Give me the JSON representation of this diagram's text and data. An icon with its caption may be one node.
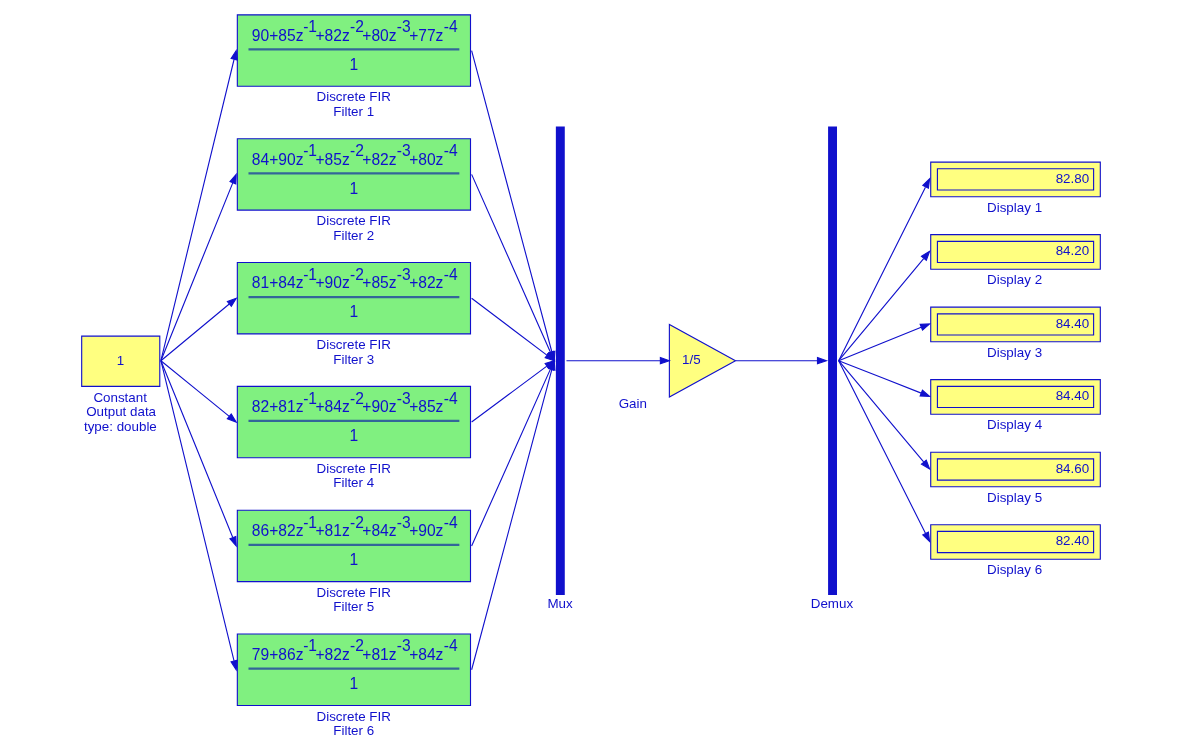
{
  "diagram": {
    "nodes": [
      {
        "text": [
          "1"
        ],
        "beside": [
          "Constant Output data type: double"
        ]
      },
      {
        "text": [
          "90+85z$^{-1}$+82z$^{-2}$+80z$^{-3}$+77z$^{-4}$",
          "1"
        ],
        "beside": [
          "Discrete FIR Filter 1"
        ]
      },
      {
        "text": [
          "84+90z$^{-1}$+85z$^{-2}$+82z$^{-3}$+80z$^{-4}$",
          "1"
        ],
        "beside": [
          "Discrete FIR Filter 2"
        ]
      },
      {
        "text": [
          "81+84z$^{-1}$+90z$^{-2}$+85z$^{-3}$+82z$^{-4}$",
          "1"
        ],
        "beside": [
          "Discrete FIR Filter 3"
        ]
      },
      {
        "text": [
          "82+81z$^{-1}$+84z$^{-2}$+90z$^{-3}$+85z$^{-4}$",
          "1"
        ],
        "beside": [
          "Discrete FIR Filter 4"
        ]
      },
      {
        "text": [
          "86+82z$^{-1}$+81z$^{-2}$+84z$^{-3}$+90z$^{-4}$",
          "1"
        ],
        "beside": [
          "Discrete FIR Filter 5"
        ]
      },
      {
        "text": [
          "79+86z$^{-1}$+82z$^{-2}$+81z$^{-3}$+84z$^{-4}$",
          "1"
        ],
        "beside": [
          "Discrete FIR Filter 6"
        ]
      },
      {
        "text": [],
        "shape": "bar",
        "beside": [
          "Mux"
        ]
      },
      {
        "text": [
          "1/5"
        ],
        "beside": [
          "Gain"
        ]
      },
      {
        "text": [],
        "shape": "bar",
        "beside": [
          "Demux"
        ]
      },
      {
        "text": [
          "82.80"
        ],
        "beside": [
          "Display 1"
        ]
      },
      {
        "text": [
          "84.20"
        ],
        "beside": [
          "Display 2"
        ]
      },
      {
        "text": [
          "84.40"
        ],
        "beside": [
          "Display 3"
        ]
      },
      {
        "text": [
          "84.40"
        ],
        "beside": [
          "Display 4"
        ]
      },
      {
        "text": [
          "84.60"
        ],
        "beside": [
          "Display 5"
        ]
      },
      {
        "text": [
          "82.40"
        ],
        "beside": [
          "Display 6"
        ]
      }
    ],
    "edges": [
      {
        "from": 0,
        "to": 1,
        "arrow": "to"
      },
      {
        "from": 0,
        "to": 2,
        "arrow": "to"
      },
      {
        "from": 0,
        "to": 3,
        "arrow": "to"
      },
      {
        "from": 0,
        "to": 4,
        "arrow": "to"
      },
      {
        "from": 0,
        "to": 5,
        "arrow": "to"
      },
      {
        "from": 0,
        "to": 6,
        "arrow": "to"
      },
      {
        "from": 1,
        "to": 7,
        "arrow": "to"
      },
      {
        "from": 2,
        "to": 7,
        "arrow": "to"
      },
      {
        "from": 3,
        "to": 7,
        "arrow": "to"
      },
      {
        "from": 4,
        "to": 7,
        "arrow": "to"
      },
      {
        "from": 5,
        "to": 7,
        "arrow": "to"
      },
      {
        "from": 6,
        "to": 7,
        "arrow": "to"
      },
      {
        "from": 7,
        "to": 8,
        "arrow": "to"
      },
      {
        "from": 8,
        "to": 9,
        "arrow": "to"
      },
      {
        "from": 9,
        "to": 10,
        "arrow": "to"
      },
      {
        "from": 9,
        "to": 11,
        "arrow": "to"
      },
      {
        "from": 9,
        "to": 12,
        "arrow": "to"
      },
      {
        "from": 9,
        "to": 13,
        "arrow": "to"
      },
      {
        "from": 9,
        "to": 14,
        "arrow": "to"
      },
      {
        "from": 9,
        "to": 15,
        "arrow": "to"
      }
    ]
  }
}
